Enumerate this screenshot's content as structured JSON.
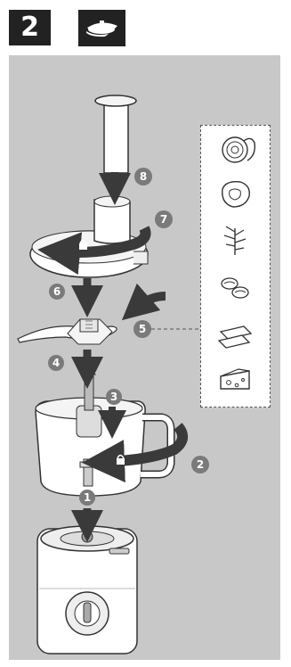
{
  "header": {
    "step_number": "2",
    "thumb_icon": "chopping-blade-icon"
  },
  "callouts": [
    "1",
    "2",
    "3",
    "4",
    "5",
    "6",
    "7",
    "8"
  ],
  "food_icons": [
    "onion-icon",
    "meat-icon",
    "herb-icon",
    "nut-icon",
    "chocolate-icon",
    "cheese-icon"
  ],
  "colors": {
    "panel": "#c8c8c8",
    "arrow": "#3a3a3a",
    "badge": "#7a7a7a",
    "header_box": "#222222"
  }
}
